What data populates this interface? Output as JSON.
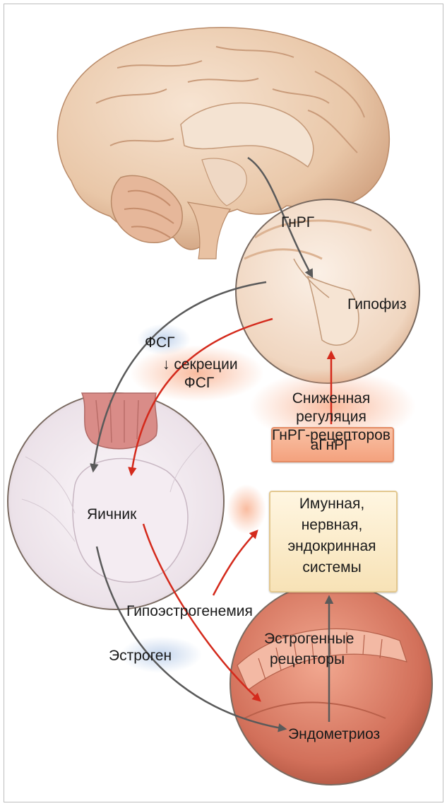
{
  "labels": {
    "gnrg": "ГнРГ",
    "hypophysis": "Гипофиз",
    "fsg": "ФСГ",
    "fsg_decrease_line1": "↓ секреции",
    "fsg_decrease_line2": "ФСГ",
    "downreg_line1": "Сниженная",
    "downreg_line2": "регуляция",
    "downreg_line3": "ГнРГ-рецепторов",
    "agnrg": "аГнРГ",
    "ovary": "Яичник",
    "systems_line1": "Имунная,",
    "systems_line2": "нервная,",
    "systems_line3": "эндокринная",
    "systems_line4": "системы",
    "hypoestrogenemia": "Гипоэстрогенемия",
    "estrogen": "Эстроген",
    "estrogen_receptors_line1": "Эстрогенные",
    "estrogen_receptors_line2": "рецепторы",
    "endometriosis": "Эндометриоз"
  },
  "colors": {
    "stimulation_arrow": "#5a5a5a",
    "suppression_arrow": "#d42a1c",
    "brain_tissue": "#e9c7a8",
    "endometrium_tissue": "#c8604a",
    "ovary_tissue": "#e8dfe6"
  }
}
